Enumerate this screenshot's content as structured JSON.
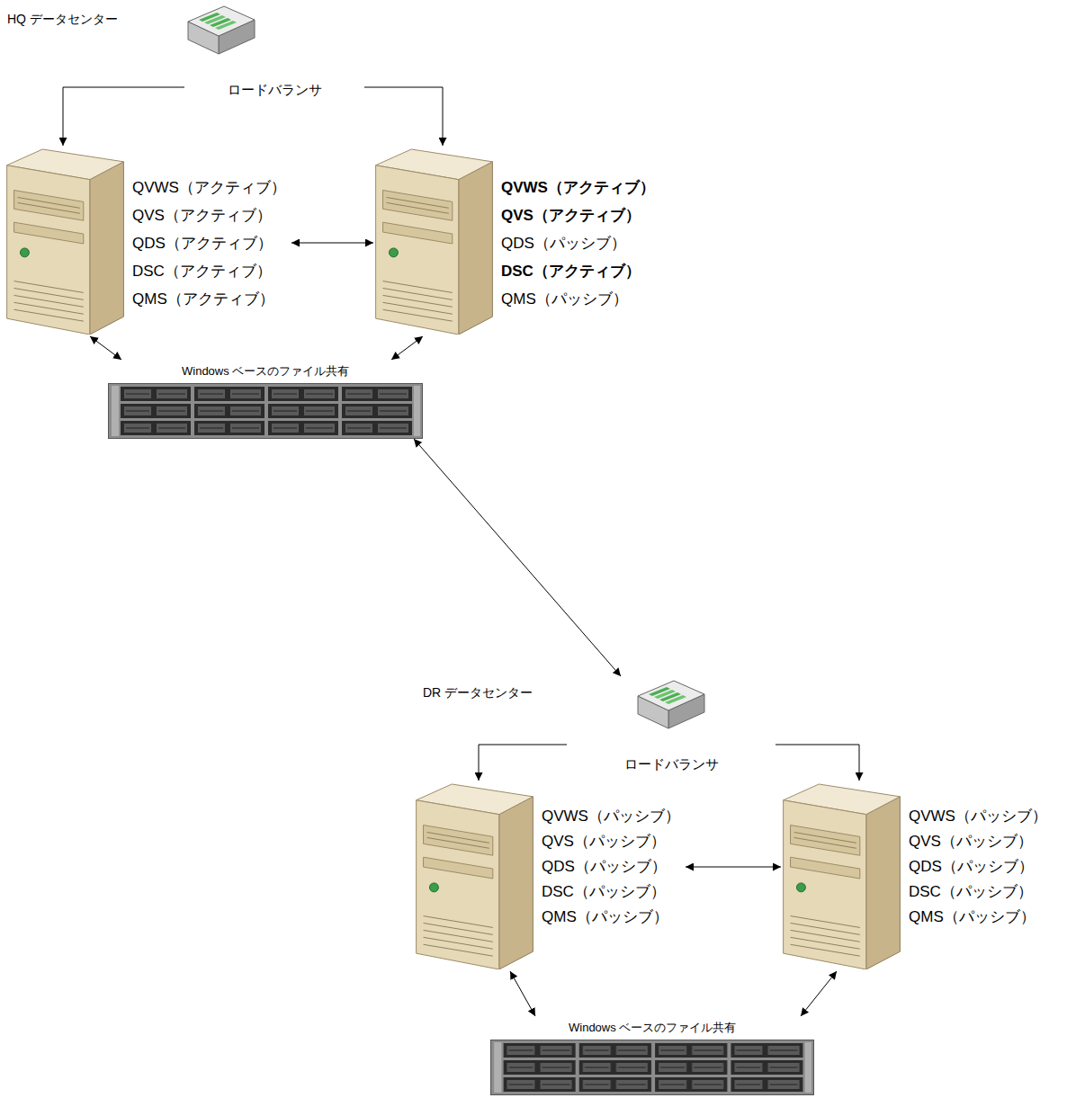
{
  "diagram": {
    "nodes": [
      {
        "text": [
          "ロードバランサ"
        ]
      },
      {
        "text": [
          "QVWS（アクティブ）",
          "QVS（アクティブ）",
          "QDS（アクティブ）",
          "DSC（アクティブ）",
          "QMS（アクティブ）"
        ]
      },
      {
        "text": [
          "QVWS（アクティブ）",
          "QVS（アクティブ）",
          "QDS（パッシブ）",
          "DSC（アクティブ）",
          "QMS（パッシブ）"
        ]
      },
      {
        "text": [
          "Windows ベースのファイル共有"
        ]
      },
      {
        "text": [
          "ロードバランサ"
        ]
      },
      {
        "text": [
          "QVWS（パッシブ）",
          "QVS（パッシブ）",
          "QDS（パッシブ）",
          "DSC（パッシブ）",
          "QMS（パッシブ）"
        ]
      },
      {
        "text": [
          "QVWS（パッシブ）",
          "QVS（パッシブ）",
          "QDS（パッシブ）",
          "DSC（パッシブ）",
          "QMS（パッシブ）"
        ]
      },
      {
        "text": [
          "Windows ベースのファイル共有"
        ]
      }
    ],
    "edges": [
      {
        "from": 0,
        "to": 1,
        "arrow": "to"
      },
      {
        "from": 0,
        "to": 2,
        "arrow": "to"
      },
      {
        "from": 1,
        "to": 2,
        "arrow": "both"
      },
      {
        "from": 1,
        "to": 3,
        "arrow": "both"
      },
      {
        "from": 2,
        "to": 3,
        "arrow": "both"
      },
      {
        "from": 3,
        "to": 4,
        "arrow": "both"
      },
      {
        "from": 4,
        "to": 5,
        "arrow": "to"
      },
      {
        "from": 4,
        "to": 6,
        "arrow": "to"
      },
      {
        "from": 5,
        "to": 6,
        "arrow": "both"
      },
      {
        "from": 5,
        "to": 7,
        "arrow": "both"
      },
      {
        "from": 6,
        "to": 7,
        "arrow": "both"
      }
    ],
    "labels": [
      "HQ データセンター",
      "DR データセンター"
    ]
  }
}
